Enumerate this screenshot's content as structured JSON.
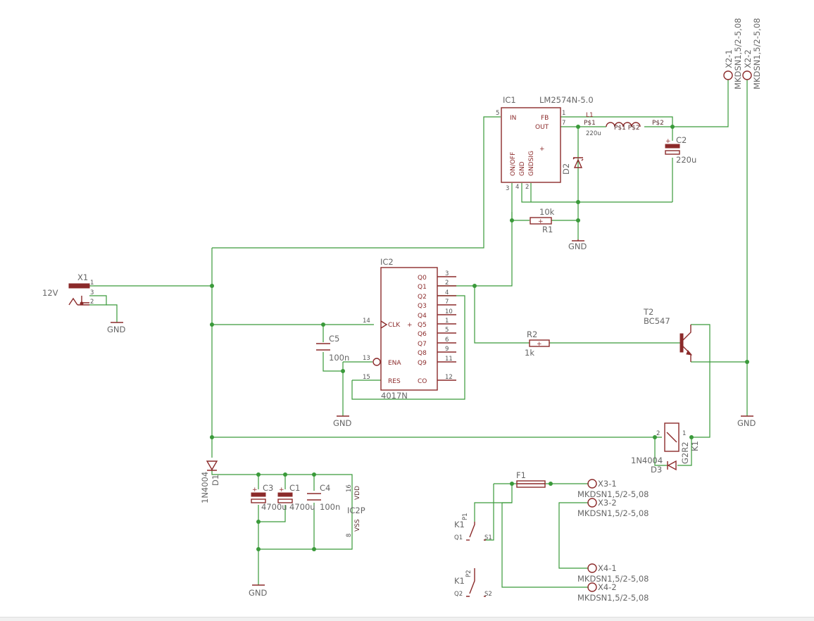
{
  "parts": {
    "ic1_name": "IC1",
    "ic1_value": "LM2574N-5.0",
    "ic1_pin_in": "IN",
    "ic1_pin_fb": "FB",
    "ic1_pin_out": "OUT",
    "ic1_pin_onoff": "ON/OFF",
    "ic1_pin_gnd": "GND",
    "ic1_pin_gndsig": "GNDSIG",
    "ic2_name": "IC2",
    "ic2_value": "4017N",
    "ic2_pins_left": [
      "CLK",
      "ENA",
      "RES"
    ],
    "ic2_pins_right": [
      "Q0",
      "Q1",
      "Q2",
      "Q3",
      "Q4",
      "Q5",
      "Q6",
      "Q7",
      "Q8",
      "Q9",
      "CO"
    ],
    "ic2_pin_numbers_right": [
      "3",
      "2",
      "4",
      "7",
      "10",
      "1",
      "5",
      "6",
      "9",
      "11",
      "12"
    ],
    "ic2_pin_numbers_left": [
      "14",
      "13",
      "15"
    ],
    "ic2p_name": "IC2P",
    "ic2p_vdd": "VDD",
    "ic2p_vss": "VSS",
    "l1_name": "L1",
    "l1_value": "220u",
    "l1_p1": "P$1",
    "l1_p2": "P$2",
    "l1_mid": "P$1 P$2",
    "c2_name": "C2",
    "c2_value": "220u",
    "d2_name": "D2",
    "r1_name": "R1",
    "r1_value": "10k",
    "r2_name": "R2",
    "r2_value": "1k",
    "t2_name": "T2",
    "t2_value": "BC547",
    "x1_name": "X1",
    "x1_label": "12V",
    "c5_name": "C5",
    "c5_value": "100n",
    "d1_name": "D1",
    "d1_value": "1N4004",
    "c3_name": "C3",
    "c3_value": "4700u",
    "c1_name": "C1",
    "c1_value": "4700u",
    "c4_name": "C4",
    "c4_value": "100n",
    "k1_name": "K1",
    "k1_pin1": "1",
    "k1_pin2": "2",
    "d3_name": "D3",
    "d3_value": "1N4004",
    "g2r2": "G2R2",
    "f1_name": "F1",
    "x2_1": "X2-1",
    "x2_2": "X2-2",
    "mkdsn": "MKDSN1,5/2-5,08",
    "x3_1": "X3-1",
    "x3_2": "X3-2",
    "x4_1": "X4-1",
    "x4_2": "X4-2",
    "k1_a": "K1",
    "k1_b": "K1",
    "p1": "P1",
    "p2": "P2",
    "q1": "Q1",
    "q2": "Q2",
    "s1": "S1",
    "s2": "S2"
  },
  "gnd_labels": [
    "GND",
    "GND",
    "GND",
    "GND",
    "GND"
  ],
  "pin_numbers": {
    "ic1_5": "5",
    "ic1_7": "7",
    "ic1_1": "1",
    "ic1_3": "3",
    "ic1_4": "4",
    "ic1_2": "2",
    "x1_1": "1",
    "x1_2": "2",
    "x1_3": "3",
    "ic2p_16": "16",
    "ic2p_8": "8"
  },
  "colors": {
    "wire": "#3a9a3a",
    "part": "#8b2a2a",
    "label": "#7a7a7a"
  }
}
